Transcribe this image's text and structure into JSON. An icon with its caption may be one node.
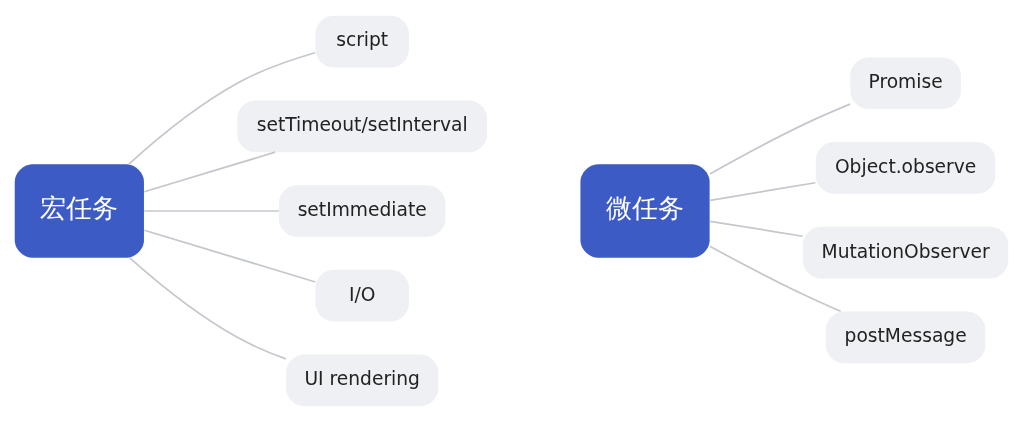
{
  "diagram": {
    "nodes": [
      {
        "text": [
          "宏任务"
        ]
      },
      {
        "text": [
          "script"
        ]
      },
      {
        "text": [
          "setTimeout/setInterval"
        ]
      },
      {
        "text": [
          "setImmediate"
        ]
      },
      {
        "text": [
          "I/O"
        ]
      },
      {
        "text": [
          "UI rendering"
        ]
      },
      {
        "text": [
          "微任务"
        ]
      },
      {
        "text": [
          "Promise"
        ]
      },
      {
        "text": [
          "Object.observe"
        ]
      },
      {
        "text": [
          "MutationObserver"
        ]
      },
      {
        "text": [
          "postMessage"
        ]
      }
    ],
    "edges": [
      {
        "from": 0,
        "to": 1,
        "arrow": "none"
      },
      {
        "from": 0,
        "to": 2,
        "arrow": "none"
      },
      {
        "from": 0,
        "to": 3,
        "arrow": "none"
      },
      {
        "from": 0,
        "to": 4,
        "arrow": "none"
      },
      {
        "from": 0,
        "to": 5,
        "arrow": "none"
      },
      {
        "from": 6,
        "to": 7,
        "arrow": "none"
      },
      {
        "from": 6,
        "to": 8,
        "arrow": "none"
      },
      {
        "from": 6,
        "to": 9,
        "arrow": "none"
      },
      {
        "from": 6,
        "to": 10,
        "arrow": "none"
      }
    ]
  }
}
